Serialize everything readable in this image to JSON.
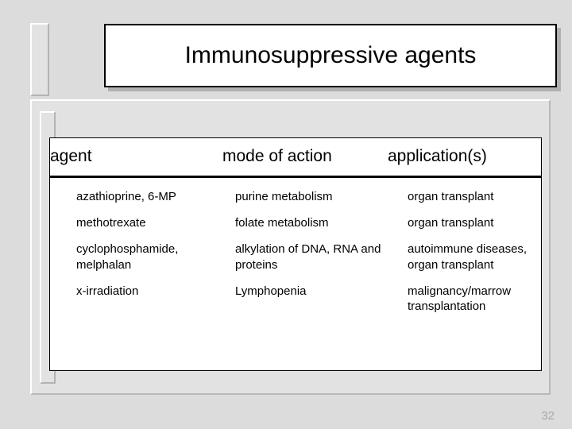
{
  "slide": {
    "title": "Immunosuppressive agents",
    "page_number": "32",
    "colors": {
      "background": "#dcdcdc",
      "panel": "#e2e2e2",
      "title_box": "#ffffff",
      "border": "#000000",
      "shadow": "#b0b0b0",
      "page_number": "#a8a8a8"
    }
  },
  "table": {
    "headers": {
      "agent": "agent",
      "mode": "mode of action",
      "application": "application(s)"
    },
    "rows": [
      {
        "agent": "azathioprine, 6-MP",
        "mode": "purine metabolism",
        "application": "organ transplant"
      },
      {
        "agent": "methotrexate",
        "mode": "folate metabolism",
        "application": "organ transplant"
      },
      {
        "agent": "cyclophosphamide, melphalan",
        "mode": "alkylation of DNA, RNA and proteins",
        "application": "autoimmune diseases, organ transplant"
      },
      {
        "agent": "x-irradiation",
        "mode": "Lymphopenia",
        "application": "malignancy/marrow transplantation"
      }
    ]
  }
}
